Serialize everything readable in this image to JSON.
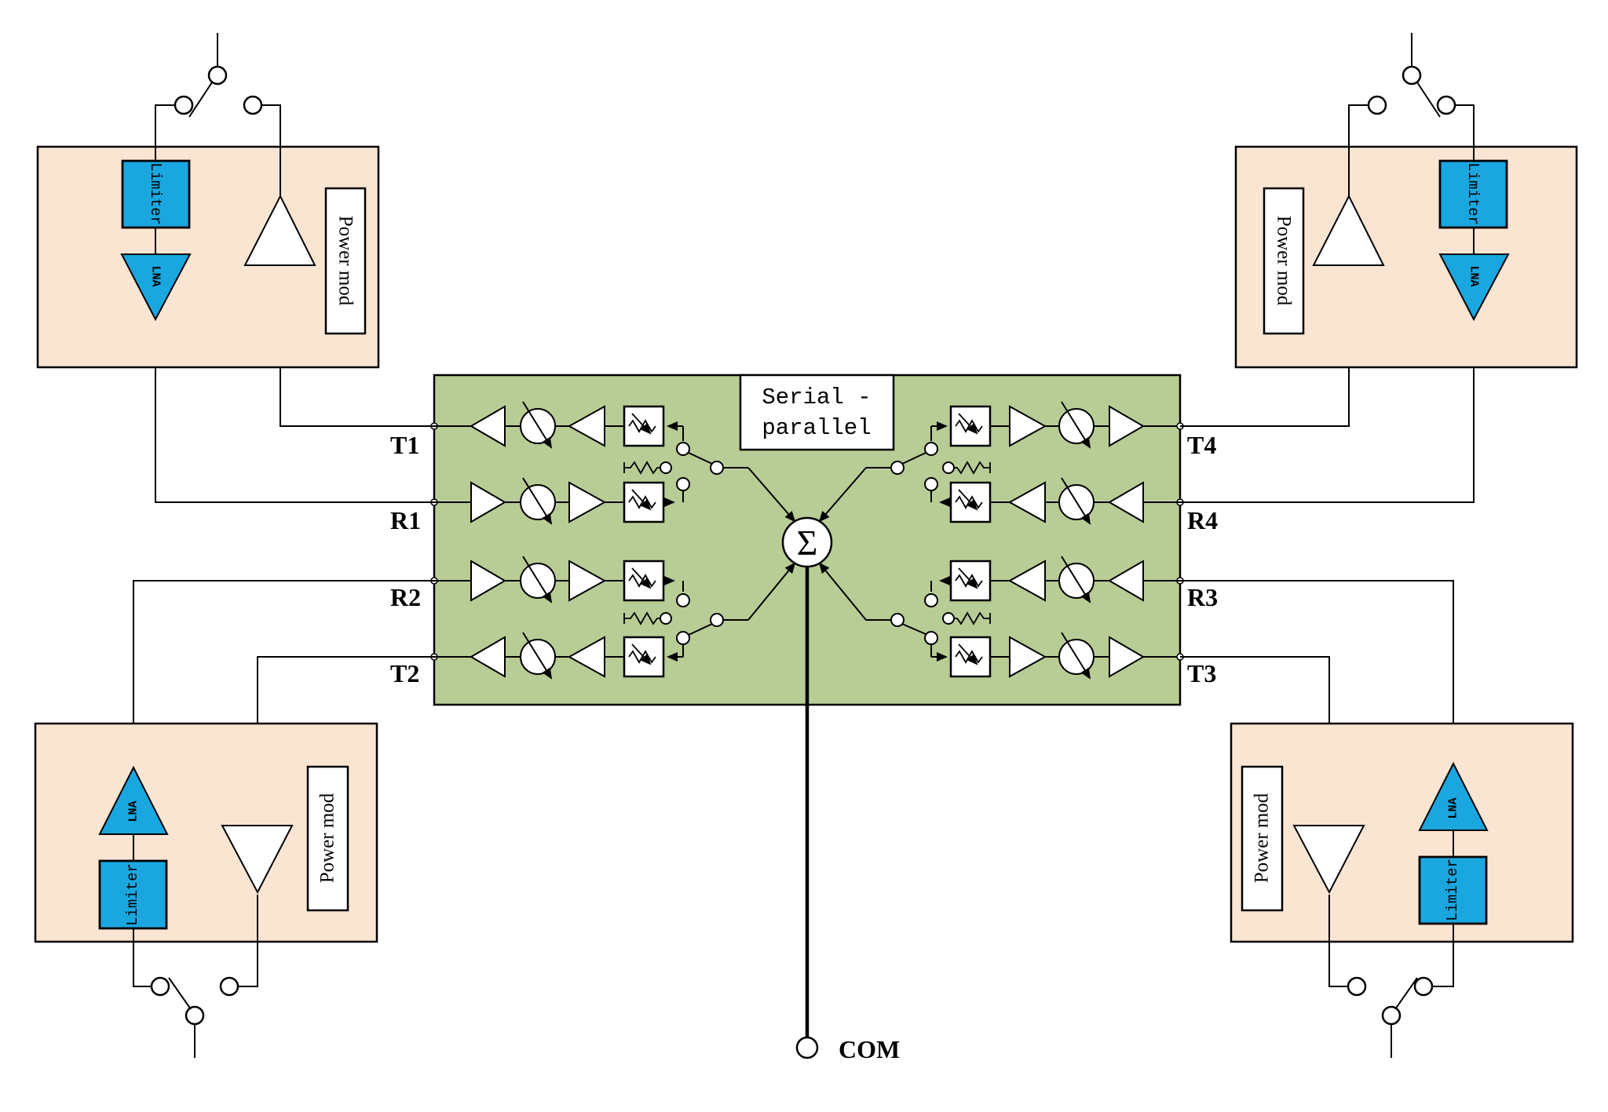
{
  "colors": {
    "peach": "#fae5d3",
    "blue": "#1aa7e0",
    "green": "#b8cc96",
    "line": "#000000"
  },
  "core": {
    "label_line1": "Serial -",
    "label_line2": "parallel",
    "sum": "Σ",
    "com": "COM"
  },
  "ports": {
    "left": [
      "T1",
      "R1",
      "R2",
      "T2"
    ],
    "right": [
      "T4",
      "R4",
      "R3",
      "T3"
    ]
  },
  "modules": {
    "top_left": {
      "limiter": "Limiter",
      "lna": "LNA",
      "power_mod": "Power mod"
    },
    "top_right": {
      "limiter": "Limiter",
      "lna": "LNA",
      "power_mod": "Power mod"
    },
    "bottom_left": {
      "limiter": "Limiter",
      "lna": "LNA",
      "power_mod": "Power mod"
    },
    "bottom_right": {
      "limiter": "Limiter",
      "lna": "LNA",
      "power_mod": "Power mod"
    }
  }
}
